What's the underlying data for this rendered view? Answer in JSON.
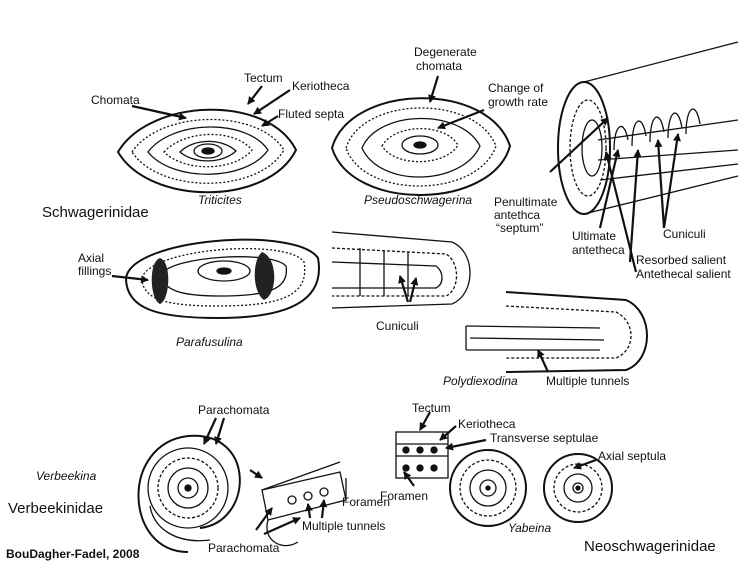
{
  "colors": {
    "ink": "#111111",
    "background": "#ffffff"
  },
  "families": {
    "schwagerinidae": "Schwagerinidae",
    "verbeekinidae": "Verbeekinidae",
    "neoschwagerinidae": "Neoschwagerinidae"
  },
  "genera": {
    "triticites": "Triticites",
    "pseudoschwagerina": "Pseudoschwagerina",
    "parafusulina": "Parafusulina",
    "polydiexodina": "Polydiexodina",
    "verbeekina": "Verbeekina",
    "yabeina": "Yabeina"
  },
  "labels": {
    "chomata": "Chomata",
    "tectum_top": "Tectum",
    "keriotheca_top": "Keriotheca",
    "fluted_septa": "Fluted septa",
    "degenerate_chomata_1": "Degenerate",
    "degenerate_chomata_2": "chomata",
    "change_growth_1": "Change of",
    "change_growth_2": "growth rate",
    "penultimate_1": "Penultimate",
    "penultimate_2": "antethca",
    "penultimate_3": "“septum”",
    "ultimate_1": "Ultimate",
    "ultimate_2": "antetheca",
    "cuniculi_right": "Cuniculi",
    "resorbed_salient": "Resorbed salient",
    "antethecal_salient": "Antethecal salient",
    "axial_fillings_1": "Axial",
    "axial_fillings_2": "fillings",
    "cuniculi_mid": "Cuniculi",
    "multiple_tunnels_mid": "Multiple tunnels",
    "parachomata_top": "Parachomata",
    "parachomata_bottom": "Parachomata",
    "foramen_left": "Foramen",
    "multiple_tunnels_bottom": "Multiple tunnels",
    "tectum_bottom": "Tectum",
    "keriotheca_bottom": "Keriotheca",
    "transverse_septulae": "Transverse septulae",
    "foramen_bottom": "Foramen",
    "axial_septula": "Axial septula"
  },
  "credit": "BouDagher-Fadel, 2008"
}
